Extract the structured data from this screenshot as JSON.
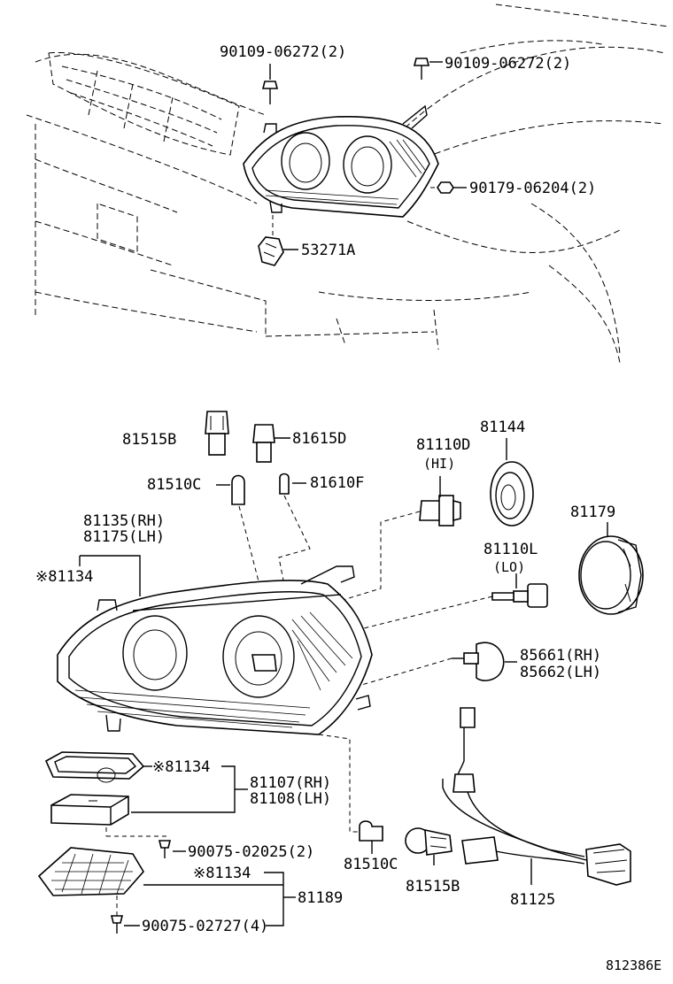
{
  "diagram": {
    "top_labels": {
      "bolt_left": "90109-06272(2)",
      "bolt_right": "90109-06272(2)",
      "nut": "90179-06204(2)",
      "clip": "53271A"
    },
    "bulbs": {
      "socket_81515b": "81515B",
      "socket_81615d": "81615D",
      "bulb_81510c": "81510C",
      "bulb_81610f": "81610F",
      "bulb_hi_part": "81110D",
      "bulb_hi_note": "(HI)",
      "cover_81144": "81144",
      "bulb_lo_part": "81110L",
      "bulb_lo_note": "(LO)",
      "ring_81179": "81179",
      "socket_85661": "85661(RH)",
      "socket_85662": "85662(LH)"
    },
    "headlamp": {
      "unit_rh": "81135(RH)",
      "unit_lh": "81175(LH)",
      "note_81134": "※81134"
    },
    "lower_left": {
      "gasket_note": "※81134",
      "ballast_rh": "81107(RH)",
      "ballast_lh": "81108(LH)",
      "screw_1": "90075-02025(2)",
      "bracket_note": "※81134",
      "bracket_part": "81189",
      "screw_2": "90075-02727(4)"
    },
    "lower_right": {
      "bulb_81510c": "81510C",
      "socket_81515b": "81515B",
      "harness_81125": "81125"
    },
    "figure_code": "812386E"
  }
}
